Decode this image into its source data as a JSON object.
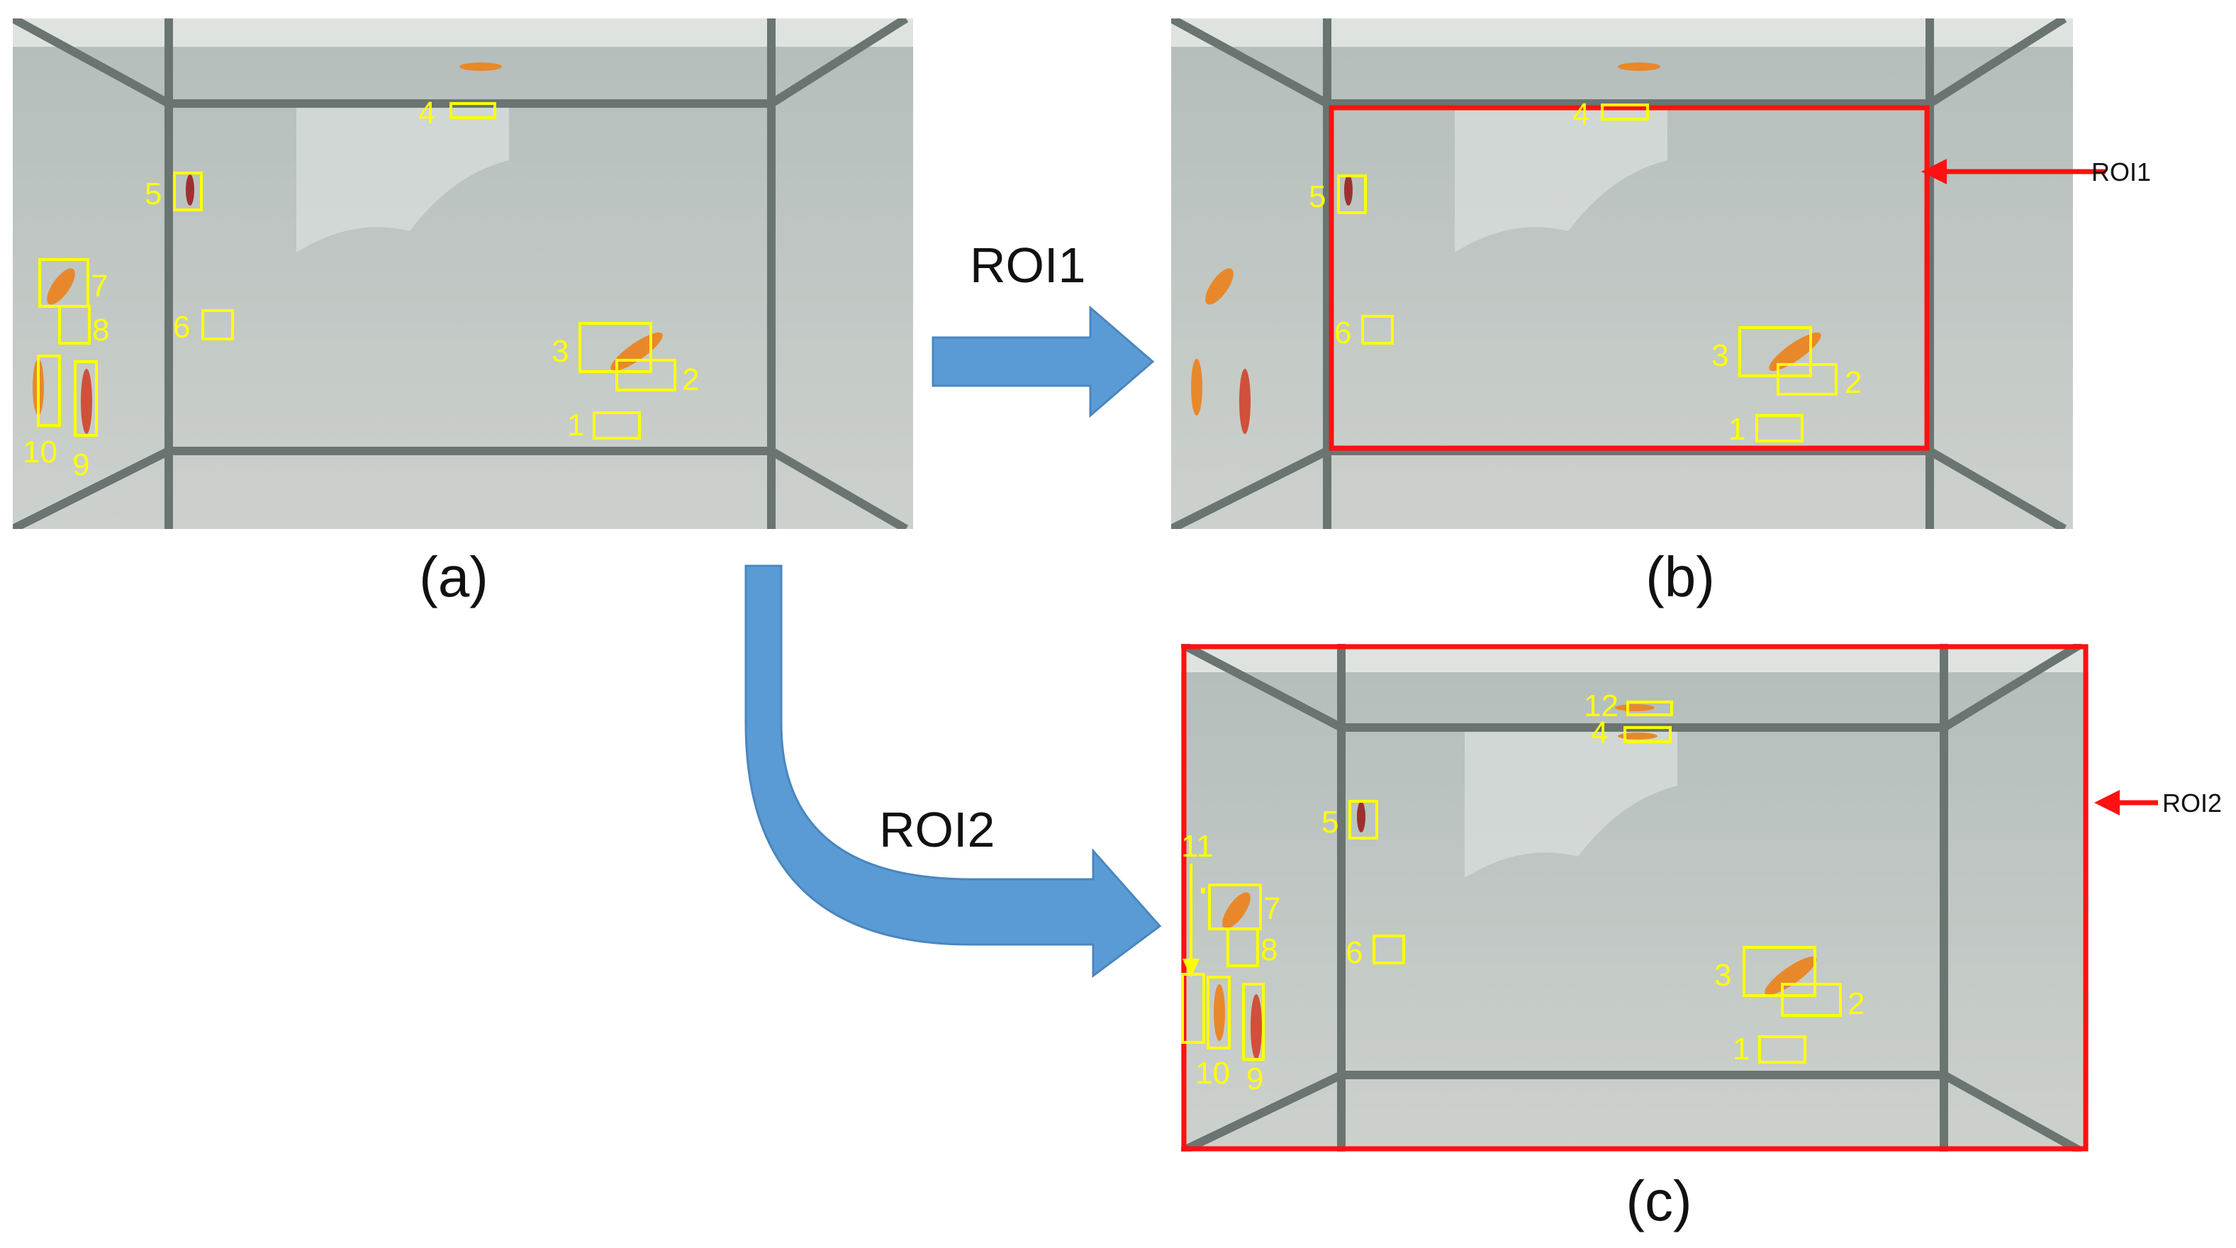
{
  "colors": {
    "box": "#ffff00",
    "roi": "#ff1111",
    "arrow": "#5b9bd5",
    "water_top": "#b5bfbc",
    "water_bottom": "#c8ccc8",
    "frame_line": "#6a7470"
  },
  "captions": {
    "a": "(a)",
    "b": "(b)",
    "c": "(c)"
  },
  "flow": {
    "roi1_label": "ROI1",
    "roi2_label": "ROI2"
  },
  "side_labels": {
    "roi1": "ROI1",
    "roi2": "ROI2"
  },
  "panel_a": {
    "boxes": [
      "4",
      "5",
      "7",
      "8",
      "6",
      "3",
      "2",
      "1",
      "10",
      "9"
    ]
  },
  "panel_b": {
    "boxes": [
      "4",
      "5",
      "6",
      "3",
      "2",
      "1"
    ]
  },
  "panel_c": {
    "boxes": [
      "12",
      "4",
      "5",
      "11",
      "7",
      "8",
      "6",
      "3",
      "2",
      "1",
      "10",
      "9"
    ]
  }
}
